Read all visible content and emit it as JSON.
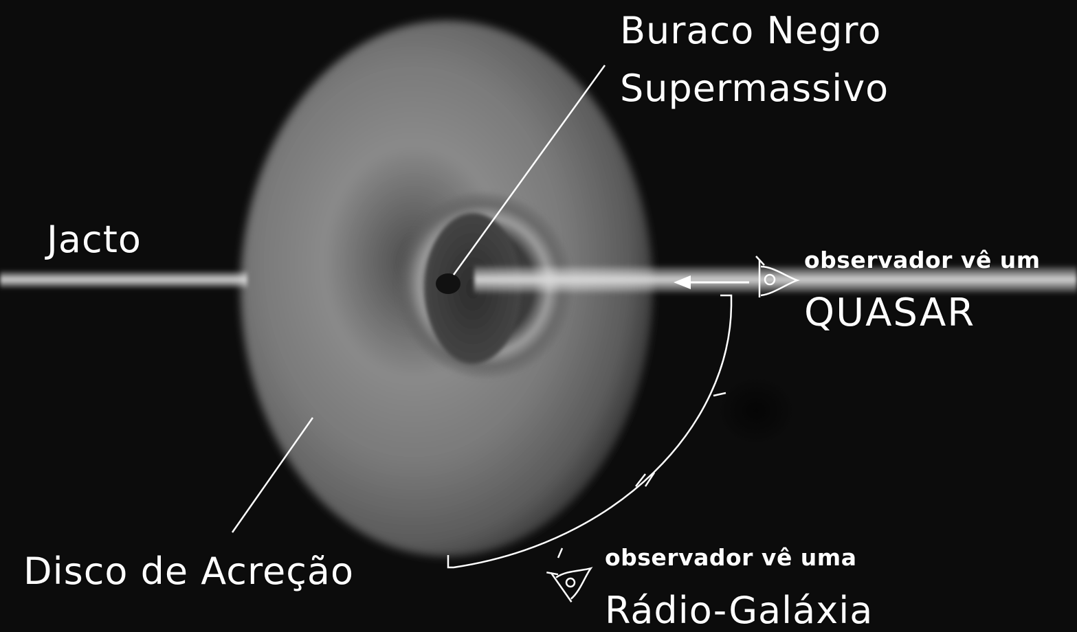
{
  "labels": {
    "black_hole_line1": "Buraco Negro",
    "black_hole_line2": "Supermassivo",
    "jet": "Jacto",
    "accretion_disk": "Disco de Acreção",
    "quasar_observer": "observador vê um",
    "quasar": "QUASAR",
    "radio_galaxy_observer": "observador vê uma",
    "radio_galaxy": "Rádio-Galáxia"
  },
  "colors": {
    "background": "#0c0c0c",
    "text": "#ffffff",
    "disk_outer": "#7d7d7d",
    "disk_inner": "#3a3a3a",
    "jet": "#d9d9d9"
  },
  "icons": [
    "eye-icon",
    "arrow-left-icon"
  ]
}
